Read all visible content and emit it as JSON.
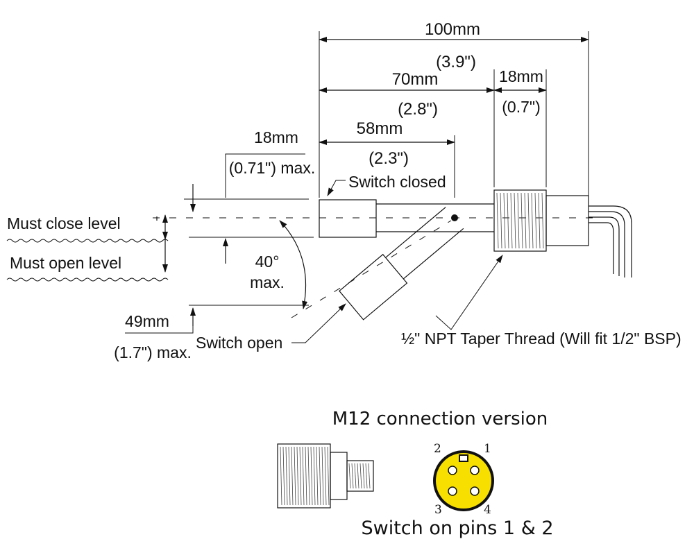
{
  "dimensions": {
    "overall": {
      "value": "100mm",
      "inch": "(3.9\")"
    },
    "body": {
      "value": "70mm",
      "inch": "(2.8\")"
    },
    "thread": {
      "value": "18mm",
      "inch": "(0.7\")"
    },
    "float_travel": {
      "value": "58mm",
      "inch": "(2.3\")"
    },
    "closed_height": {
      "value": "18mm",
      "inch": "(0.71\") max."
    },
    "open_drop": {
      "value": "49mm",
      "inch": "(1.7\") max."
    },
    "angle": {
      "value": "40°",
      "note": "max."
    }
  },
  "labels": {
    "switch_closed": "Switch closed",
    "switch_open": "Switch open",
    "must_close": "Must close level",
    "must_open": "Must open level",
    "thread_note": "½\" NPT Taper Thread (Will fit 1/2\" BSP)"
  },
  "m12": {
    "title": "M12 connection version",
    "pins": [
      "1",
      "2",
      "3",
      "4"
    ],
    "caption": "Switch on pins 1 & 2",
    "connector_color": "#f7e000"
  },
  "colors": {
    "line": "#111111",
    "background": "#ffffff"
  }
}
